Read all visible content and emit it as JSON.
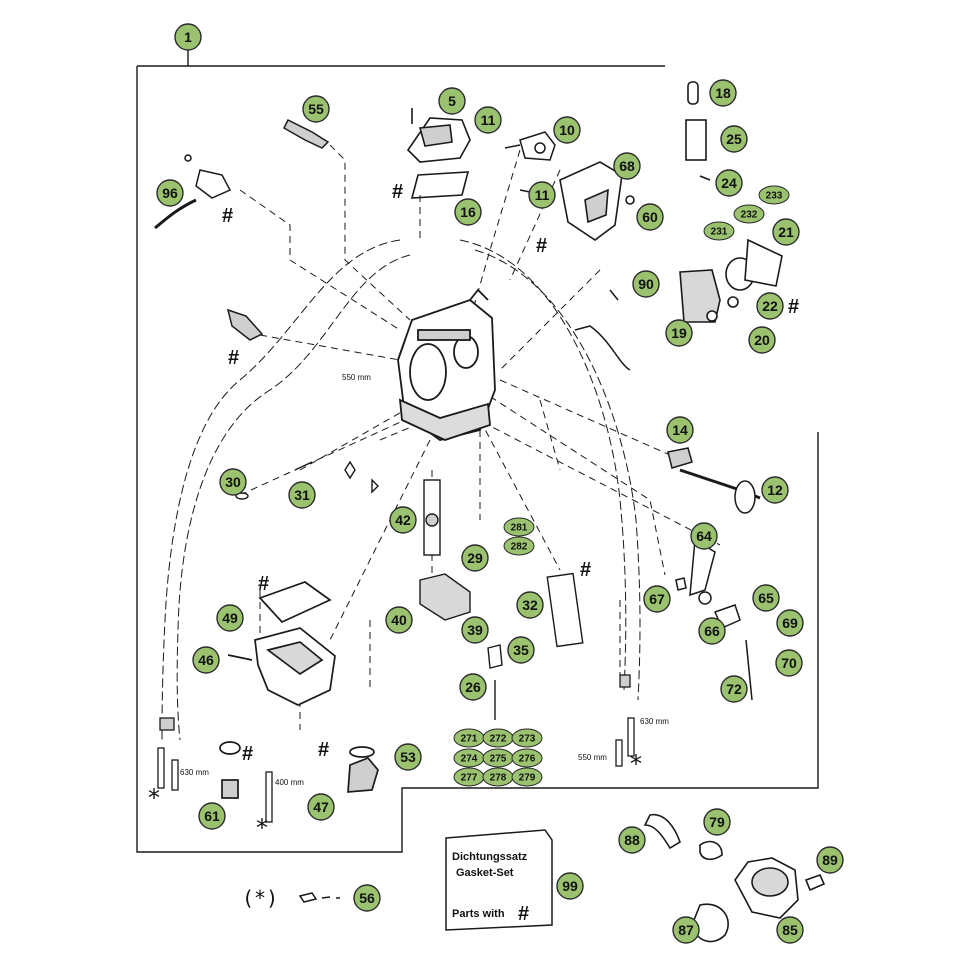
{
  "colors": {
    "label_fill": "#9bc26e",
    "label_stroke": "#2b2b2b",
    "line": "#1a1a1a",
    "paper": "#ffffff"
  },
  "symbols": {
    "hash": "#",
    "asterisk": "*",
    "legend": "(*)"
  },
  "annotations": {
    "len_550_left": "550 mm",
    "len_630_left": "630 mm",
    "len_400": "400 mm",
    "len_630_right": "630 mm",
    "len_550_right": "550 mm"
  },
  "gasket_box": {
    "line1": "Dichtungssatz",
    "line2": "Gasket-Set",
    "line3": "Parts with"
  },
  "parts": {
    "p1": "1",
    "p5": "5",
    "p10": "10",
    "p11a": "11",
    "p11b": "11",
    "p12": "12",
    "p14": "14",
    "p16": "16",
    "p18": "18",
    "p19": "19",
    "p20": "20",
    "p21": "21",
    "p22": "22",
    "p24": "24",
    "p25": "25",
    "p26": "26",
    "p29": "29",
    "p30": "30",
    "p31": "31",
    "p32": "32",
    "p35": "35",
    "p39": "39",
    "p40": "40",
    "p42": "42",
    "p46": "46",
    "p47": "47",
    "p49": "49",
    "p53": "53",
    "p55": "55",
    "p56": "56",
    "p60": "60",
    "p61": "61",
    "p64": "64",
    "p65": "65",
    "p66": "66",
    "p67": "67",
    "p68": "68",
    "p69": "69",
    "p70": "70",
    "p72": "72",
    "p79": "79",
    "p85": "85",
    "p87": "87",
    "p88": "88",
    "p89": "89",
    "p90": "90",
    "p96": "96",
    "p99": "99"
  },
  "subparts": {
    "s231": "231",
    "s232": "232",
    "s233": "233",
    "s281": "281",
    "s282": "282",
    "s271": "271",
    "s272": "272",
    "s273": "273",
    "s274": "274",
    "s275": "275",
    "s276": "276",
    "s277": "277",
    "s278": "278",
    "s279": "279"
  }
}
